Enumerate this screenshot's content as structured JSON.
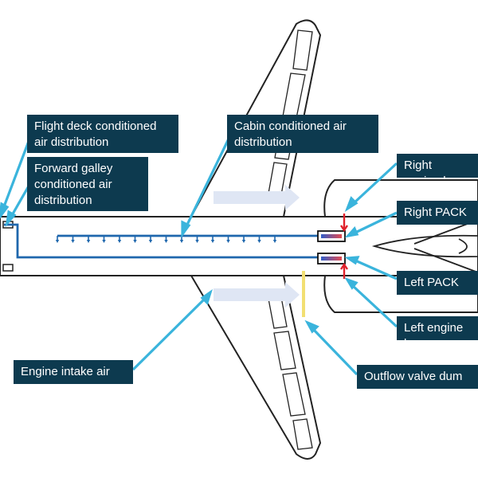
{
  "labels": {
    "flight_deck": "Flight deck conditioned\nair distribution",
    "forward_galley": "Forward galley\nconditioned air\ndistribution",
    "cabin": "Cabin conditioned air\ndistribution",
    "right_engine": "Right engine b",
    "right_pack": "Right PACK",
    "left_pack": "Left PACK",
    "left_engine": "Left engine b",
    "engine_intake": "Engine intake air",
    "outflow_valve": "Outflow valve dum"
  },
  "colors": {
    "label_bg": "#0d3a4f",
    "label_text": "#ffffff",
    "callout_line": "#3ab4dc",
    "duct": "#1f67ad",
    "bleed": "#e0202a",
    "outflow": "#f2df72",
    "airflow_arrow": "#dfe6f4",
    "aircraft_outline": "#222222"
  }
}
